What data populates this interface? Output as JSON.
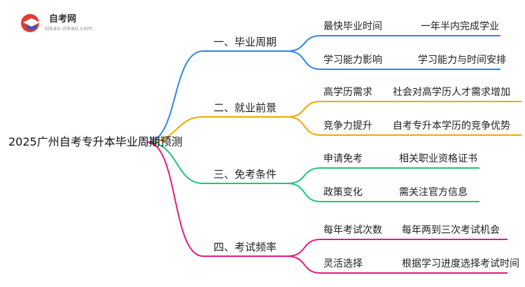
{
  "logo": {
    "title": "自考网",
    "url": "zikao-zikao.com"
  },
  "root": "2025广州自考专升本毕业周期预测",
  "branches": [
    {
      "label": "一、毕业周期",
      "color": "#2b86ef",
      "children": [
        {
          "key": "最快毕业时间",
          "value": "一年半内完成学业"
        },
        {
          "key": "学习能力影响",
          "value": "学习能力与时间安排"
        }
      ]
    },
    {
      "label": "二、就业前景",
      "color": "#f0a800",
      "children": [
        {
          "key": "高学历需求",
          "value": "社会对高学历人才需求增加"
        },
        {
          "key": "竞争力提升",
          "value": "自考专升本学历的竞争优势"
        }
      ]
    },
    {
      "label": "三、免考条件",
      "color": "#22c47a",
      "children": [
        {
          "key": "申请免考",
          "value": "相关职业资格证书"
        },
        {
          "key": "政策变化",
          "value": "需关注官方信息"
        }
      ]
    },
    {
      "label": "四、考试频率",
      "color": "#e8197d",
      "children": [
        {
          "key": "每年考试次数",
          "value": "每年两到三次考试机会"
        },
        {
          "key": "灵活选择",
          "value": "根据学习进度选择考试时间"
        }
      ]
    }
  ]
}
